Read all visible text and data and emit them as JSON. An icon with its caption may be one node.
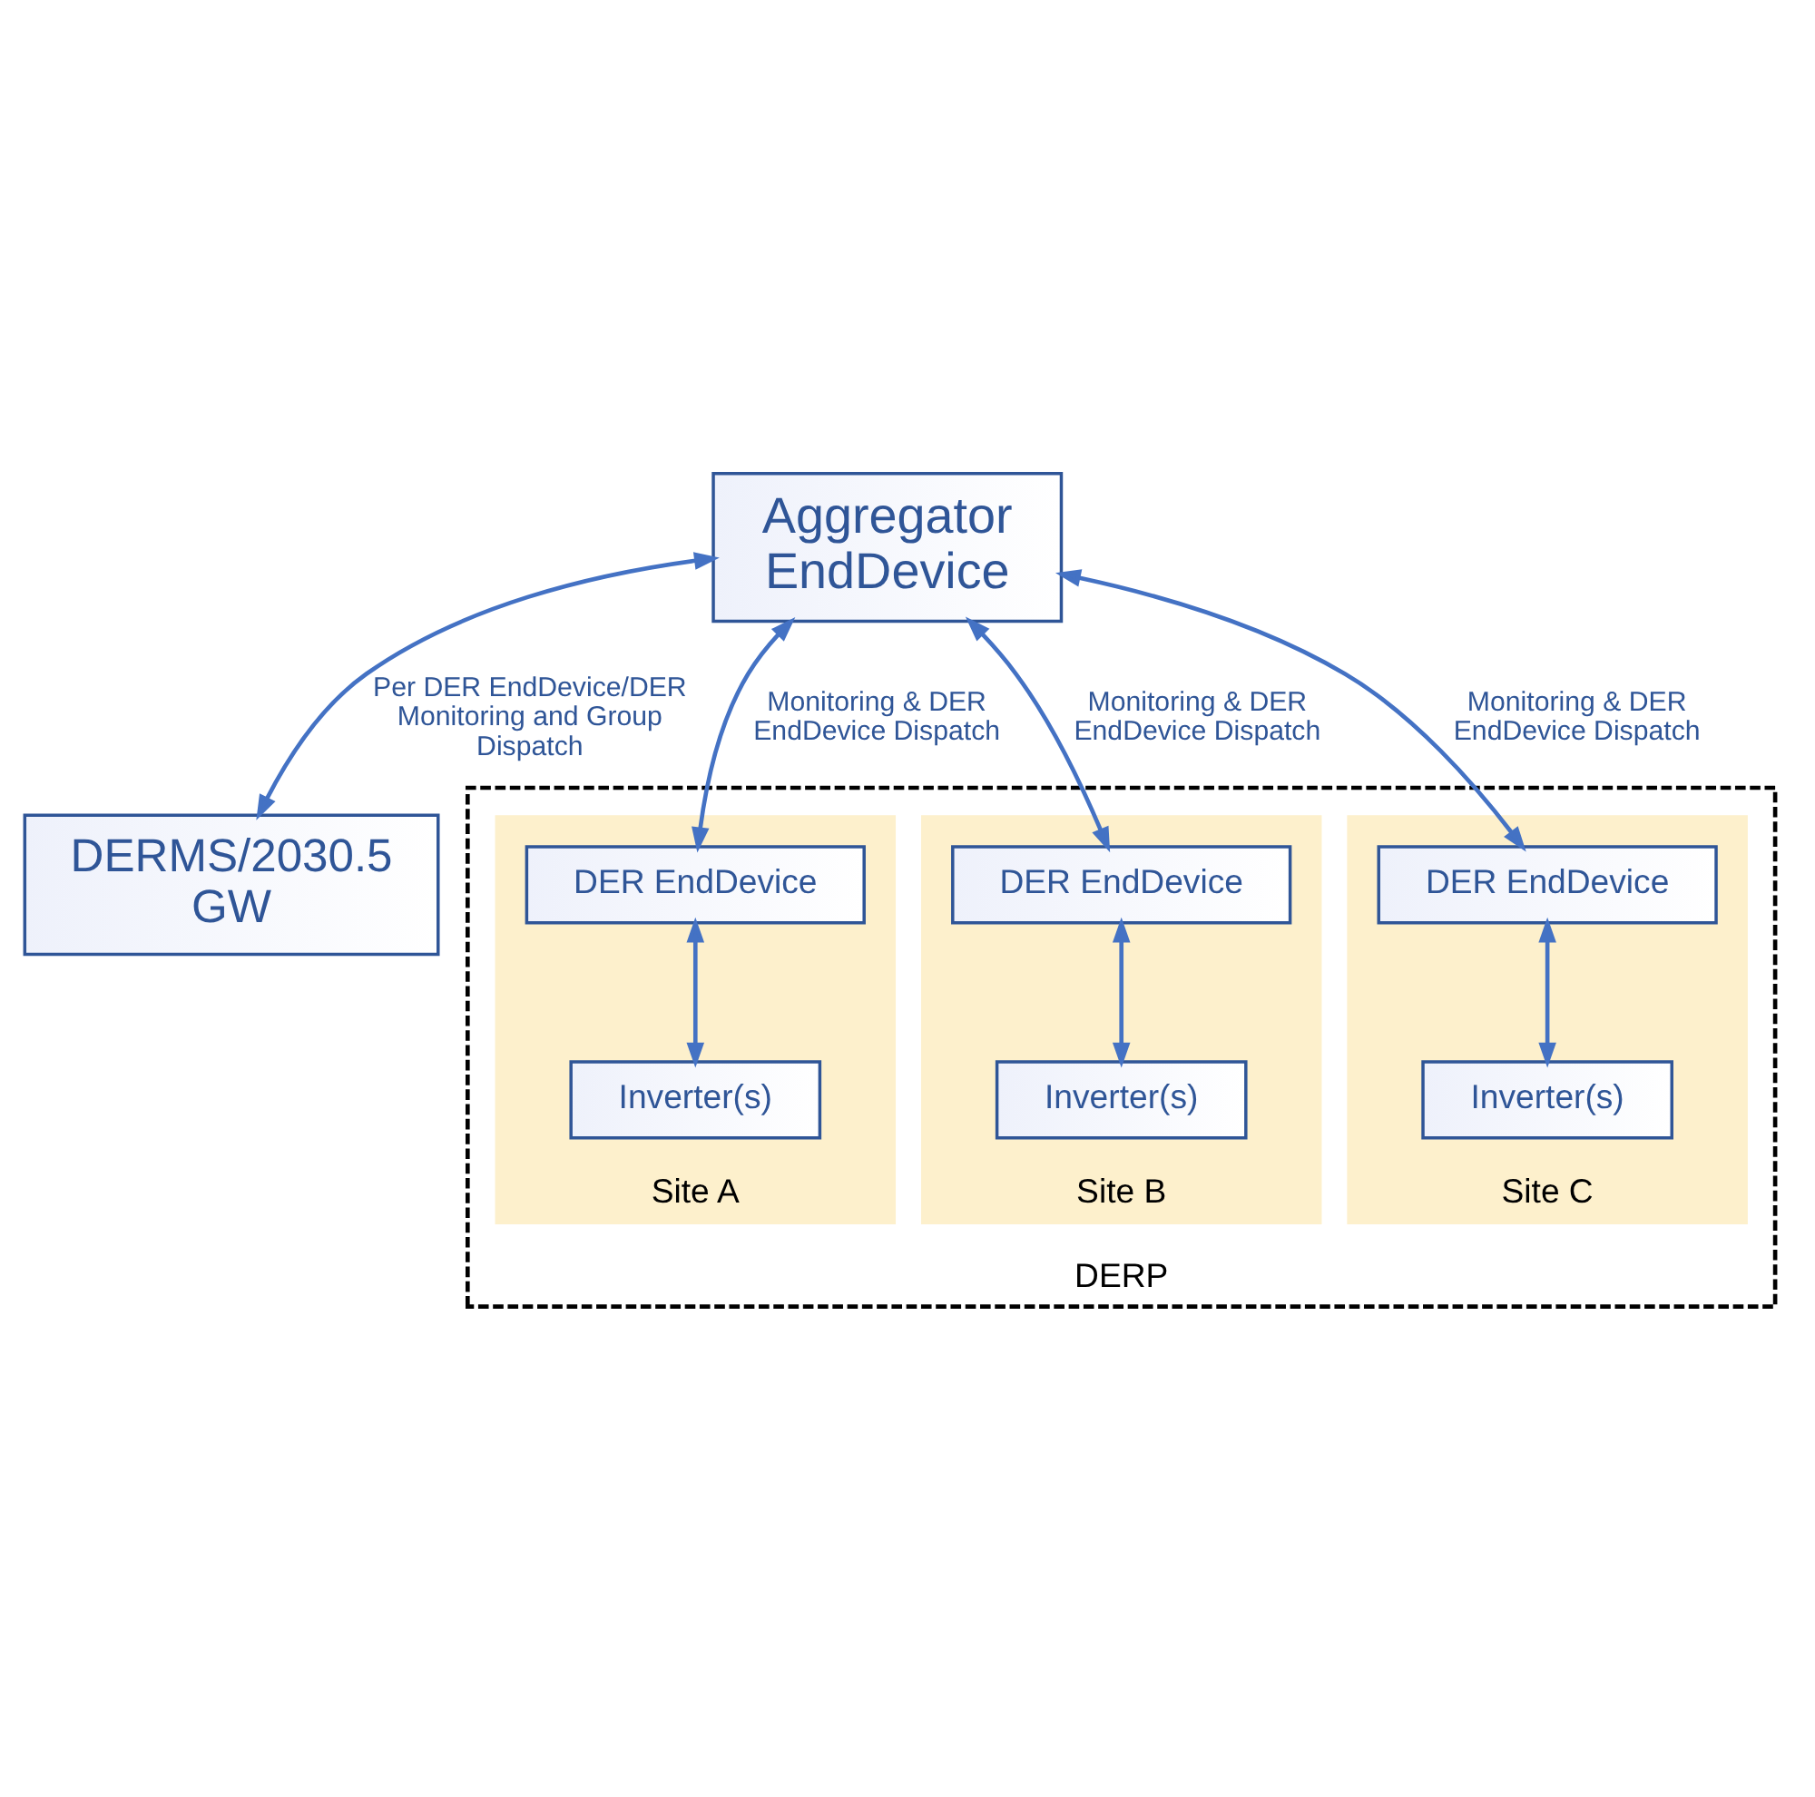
{
  "diagram": {
    "nodes": [
      {
        "text": [
          "DERMS/2030.5 GW"
        ]
      },
      {
        "text": [
          "Aggregator EndDevice"
        ]
      },
      {
        "text": [
          "DERP"
        ]
      },
      {
        "text": [
          "Site A"
        ],
        "in": 2
      },
      {
        "text": [
          "DER EndDevice"
        ],
        "in": 3
      },
      {
        "text": [
          "Inverter(s)"
        ],
        "in": 3
      },
      {
        "text": [
          "Site B"
        ],
        "in": 2
      },
      {
        "text": [
          "DER EndDevice"
        ],
        "in": 6
      },
      {
        "text": [
          "Inverter(s)"
        ],
        "in": 6
      },
      {
        "text": [
          "Site C"
        ],
        "in": 2
      },
      {
        "text": [
          "DER EndDevice"
        ],
        "in": 9
      },
      {
        "text": [
          "Inverter(s)"
        ],
        "in": 9
      }
    ],
    "edges": [
      {
        "from": 1,
        "to": 0,
        "arrow": "both",
        "label": "Per DER EndDevice/DER Monitoring and Group Dispatch"
      },
      {
        "from": 1,
        "to": 4,
        "arrow": "both",
        "label": "Monitoring & DER EndDevice Dispatch"
      },
      {
        "from": 1,
        "to": 7,
        "arrow": "both",
        "label": "Monitoring & DER EndDevice Dispatch"
      },
      {
        "from": 1,
        "to": 10,
        "arrow": "both",
        "label": "Monitoring & DER EndDevice Dispatch"
      },
      {
        "from": 4,
        "to": 5,
        "arrow": "both"
      },
      {
        "from": 7,
        "to": 8,
        "arrow": "both"
      },
      {
        "from": 10,
        "to": 11,
        "arrow": "both"
      }
    ]
  }
}
